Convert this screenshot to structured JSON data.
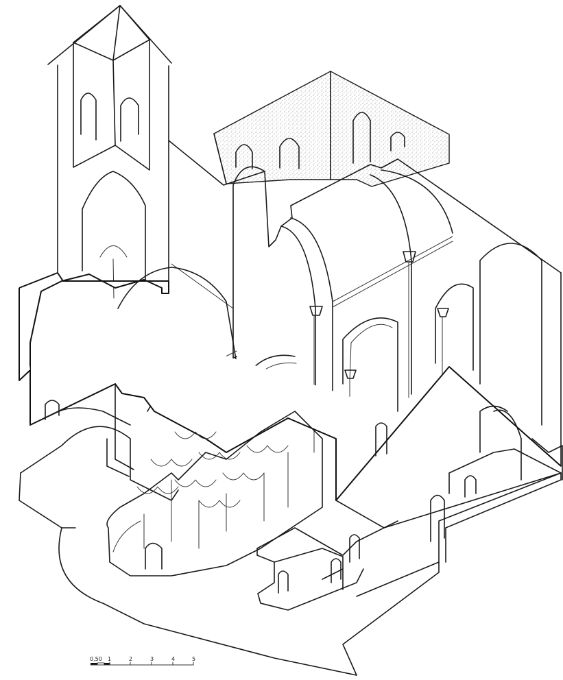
{
  "scale_bar": {
    "labels": [
      "0,50",
      "1",
      "2",
      "3",
      "4",
      "5"
    ]
  },
  "colors": {
    "ink": "#1a1a1a",
    "paper": "#ffffff"
  }
}
